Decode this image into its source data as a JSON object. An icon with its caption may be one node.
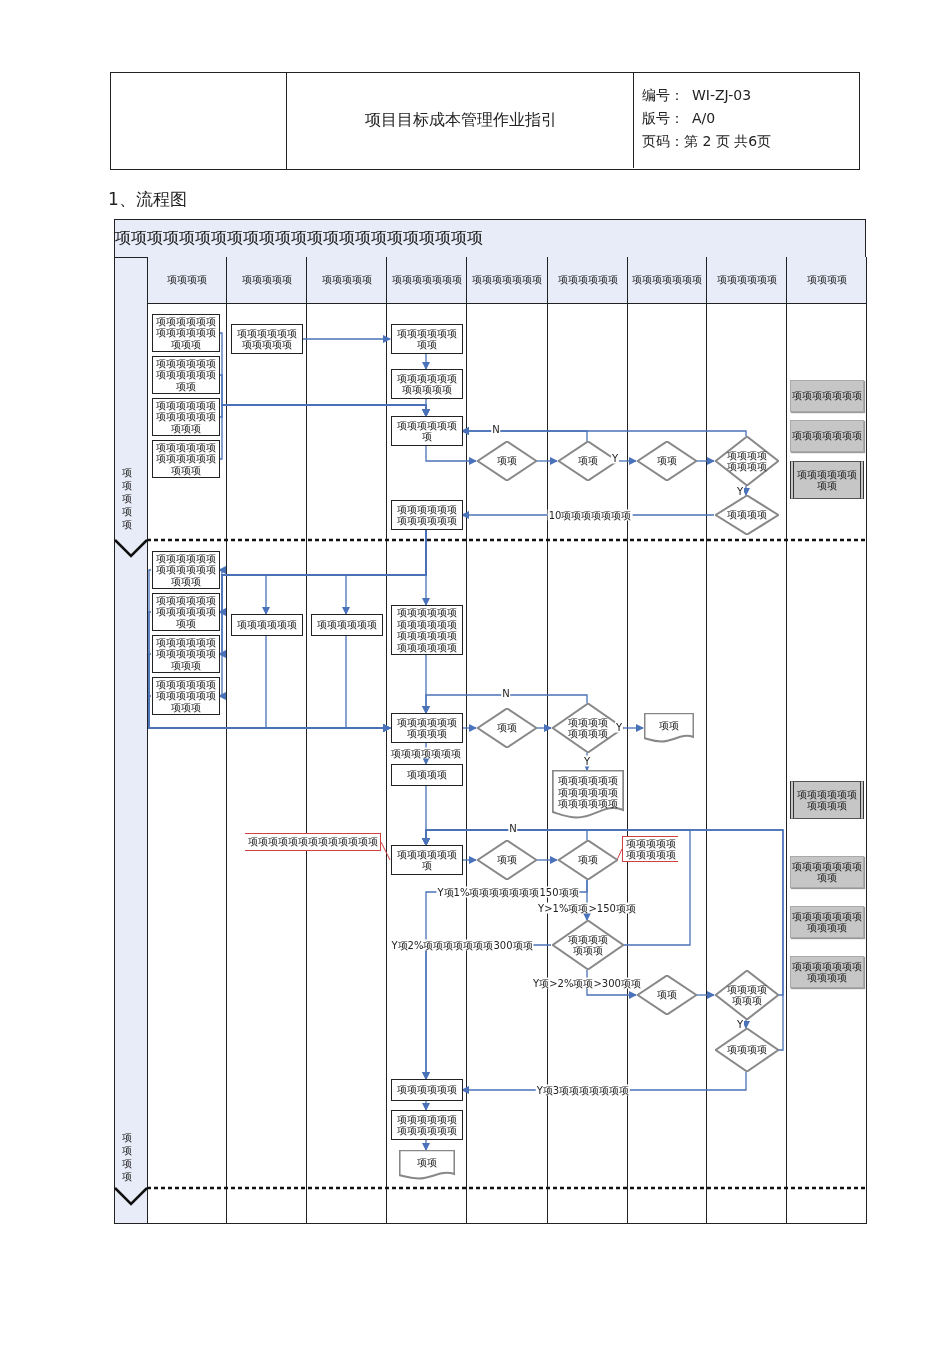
{
  "diagram": {
    "nodes": [
      {
        "text": [
          "项项项项"
        ]
      },
      {
        "text": [
          "项项项项项"
        ]
      },
      {
        "text": [
          "项项项项项"
        ]
      },
      {
        "text": [
          "项项项项项项项"
        ]
      },
      {
        "text": [
          "项项项项项项项"
        ]
      },
      {
        "text": [
          "项项项项项项"
        ]
      },
      {
        "text": [
          "项项项项项项项"
        ]
      },
      {
        "text": [
          "项项项项项项"
        ]
      },
      {
        "text": [
          "项项项项"
        ]
      },
      {
        "text": [
          "项项项项项项项项项项项"
        ],
        "in": 1
      },
      {
        "text": [
          "项项项项项项项项"
        ],
        "in": 3
      },
      {
        "text": [
          "项项项项项项项项项项项项项项项"
        ],
        "in": 0
      },
      {
        "text": [
          "项项项项项项项项项项项"
        ],
        "in": 3
      },
      {
        "text": [
          "项项项项项项项项项项项项项项"
        ],
        "in": 0
      },
      {
        "text": [
          "项项项项项项项"
        ],
        "in": 8
      },
      {
        "text": [
          "项项项项项项项项项项项项项项项"
        ],
        "in": 0
      },
      {
        "text": [
          "项项项项项项项"
        ],
        "in": 3
      },
      {
        "text": [
          "项项项项项项项"
        ],
        "in": 8
      },
      {
        "text": [
          "项项项项项项项项项项项项项项项"
        ],
        "in": 0
      },
      {
        "text": [
          "项项"
        ],
        "in": 4
      },
      {
        "text": [
          "项项"
        ],
        "in": 5
      },
      {
        "text": [
          "项项"
        ],
        "in": 6
      },
      {
        "text": [
          "项项项项项项项项"
        ],
        "in": 7
      },
      {
        "text": [
          "项项项项项项项项"
        ],
        "in": 8
      },
      {
        "text": [
          "项项项项"
        ],
        "in": 7
      },
      {
        "text": [
          "项项项项项项项项项项项项"
        ],
        "in": 3
      },
      {
        "text": [
          "项项项项项项项项项项项项项项项"
        ],
        "in": 0
      },
      {
        "text": [
          "项项项项项项项项项项项项项项"
        ],
        "in": 0
      },
      {
        "text": [
          "项项项项项项项项项项项项项项项项项项项项项项项项"
        ],
        "in": 3
      },
      {
        "text": [
          "项项项项项项项项项项项项项项项"
        ],
        "in": 0
      },
      {
        "text": [
          "项项项项项项"
        ],
        "in": 1
      },
      {
        "text": [
          "项项项项项项"
        ],
        "in": 2
      },
      {
        "text": [
          "项项项项项项项项项项项项项项项"
        ],
        "in": 0
      },
      {
        "text": [
          "项项项项项项项项"
        ],
        "in": 5
      },
      {
        "text": [
          "项项"
        ],
        "in": 4
      },
      {
        "text": [
          "项项"
        ],
        "in": 6
      },
      {
        "text": [
          "项项项项项项项项项项"
        ],
        "in": 3
      },
      {
        "text": [
          "项项项项项项项项项项项项项项项项项项"
        ],
        "in": 5
      },
      {
        "text": [
          "项项项项"
        ],
        "in": 3
      },
      {
        "text": [
          "项项项项项项项项项项"
        ],
        "in": 8
      },
      {
        "text": [
          "项项项项项项项项项项项项项"
        ]
      },
      {
        "text": [
          "项项项项项项项项项项"
        ]
      },
      {
        "text": [
          "项项项项项项项"
        ],
        "in": 3
      },
      {
        "text": [
          "项项"
        ],
        "in": 4
      },
      {
        "text": [
          "项项"
        ],
        "in": 5
      },
      {
        "text": [
          "项项项项项项项项项"
        ],
        "in": 8
      },
      {
        "text": [
          "项项项项项项项项项项项"
        ],
        "in": 8
      },
      {
        "text": [
          "项项项项项项项"
        ],
        "in": 5
      },
      {
        "text": [
          "项项项项项项项项项项项"
        ],
        "in": 8
      },
      {
        "text": [
          "项项"
        ],
        "in": 6
      },
      {
        "text": [
          "项项项项项项项"
        ],
        "in": 7
      },
      {
        "text": [
          "项项项项"
        ],
        "in": 7
      },
      {
        "text": [
          "项项项项项项"
        ],
        "in": 3
      },
      {
        "text": [
          "项项项项项项项项项项项项"
        ],
        "in": 3
      },
      {
        "text": [
          "项项"
        ],
        "in": 3
      }
    ],
    "edges": [
      {
        "from": 9,
        "to": 10,
        "arrow": "to"
      },
      {
        "from": 10,
        "to": 12,
        "arrow": "to"
      },
      {
        "from": 12,
        "to": 16,
        "arrow": "to"
      },
      {
        "from": 11,
        "to": 16,
        "arrow": "to"
      },
      {
        "from": 13,
        "to": 16,
        "arrow": "to"
      },
      {
        "from": 15,
        "to": 16,
        "arrow": "to"
      },
      {
        "from": 18,
        "to": 16,
        "arrow": "to"
      },
      {
        "from": 16,
        "to": 19,
        "arrow": "to"
      },
      {
        "from": 19,
        "to": 20,
        "arrow": "to"
      },
      {
        "from": 20,
        "to": 21,
        "arrow": "to",
        "label": "Y"
      },
      {
        "from": 21,
        "to": 22,
        "arrow": "to"
      },
      {
        "from": 22,
        "to": 16,
        "arrow": "to",
        "label": "N"
      },
      {
        "from": 20,
        "to": 16,
        "arrow": "to"
      },
      {
        "from": 22,
        "to": 24,
        "arrow": "to",
        "label": "Y"
      },
      {
        "from": 24,
        "to": 25,
        "arrow": "to",
        "label": "10项项项项项项项"
      },
      {
        "from": 25,
        "to": 26,
        "arrow": "to"
      },
      {
        "from": 25,
        "to": 27,
        "arrow": "to"
      },
      {
        "from": 25,
        "to": 29,
        "arrow": "to"
      },
      {
        "from": 25,
        "to": 32,
        "arrow": "to"
      },
      {
        "from": 25,
        "to": 30,
        "arrow": "to"
      },
      {
        "from": 25,
        "to": 31,
        "arrow": "to"
      },
      {
        "from": 25,
        "to": 28,
        "arrow": "to"
      },
      {
        "from": 26,
        "to": 36,
        "arrow": "to"
      },
      {
        "from": 27,
        "to": 36,
        "arrow": "to"
      },
      {
        "from": 29,
        "to": 36,
        "arrow": "to"
      },
      {
        "from": 32,
        "to": 36,
        "arrow": "to"
      },
      {
        "from": 30,
        "to": 36,
        "arrow": "to"
      },
      {
        "from": 31,
        "to": 36,
        "arrow": "to"
      },
      {
        "from": 28,
        "to": 36,
        "arrow": "to"
      },
      {
        "from": 36,
        "to": 34,
        "arrow": "to"
      },
      {
        "from": 34,
        "to": 33,
        "arrow": "to"
      },
      {
        "from": 33,
        "to": 35,
        "arrow": "to",
        "label": "Y"
      },
      {
        "from": 33,
        "to": 37,
        "arrow": "to",
        "label": "Y"
      },
      {
        "from": 33,
        "to": 36,
        "arrow": "to",
        "label": "N"
      },
      {
        "from": 36,
        "to": 38,
        "arrow": "to",
        "label": "项项项项项项项"
      },
      {
        "from": 38,
        "to": 42,
        "arrow": "to"
      },
      {
        "from": 40,
        "to": 42,
        "arrow": "none",
        "color": "#d04040"
      },
      {
        "from": 41,
        "to": 44,
        "arrow": "none",
        "color": "#d04040"
      },
      {
        "from": 42,
        "to": 43,
        "arrow": "to"
      },
      {
        "from": 43,
        "to": 44,
        "arrow": "to"
      },
      {
        "from": 44,
        "to": 47,
        "arrow": "to",
        "label": "Y>1%项项>150项项"
      },
      {
        "from": 44,
        "to": 52,
        "arrow": "to",
        "label": "Y项1%项项项项项项项150项项"
      },
      {
        "from": 44,
        "to": 42,
        "arrow": "to",
        "label": "N"
      },
      {
        "from": 47,
        "to": 52,
        "arrow": "to",
        "label": "Y项2%项项项项项项项300项项"
      },
      {
        "from": 47,
        "to": 42,
        "arrow": "to"
      },
      {
        "from": 47,
        "to": 49,
        "arrow": "to",
        "label": "Y项>2%项项>300项项"
      },
      {
        "from": 49,
        "to": 50,
        "arrow": "to"
      },
      {
        "from": 50,
        "to": 51,
        "arrow": "to",
        "label": "Y"
      },
      {
        "from": 50,
        "to": 42,
        "arrow": "to"
      },
      {
        "from": 51,
        "to": 42,
        "arrow": "to"
      },
      {
        "from": 51,
        "to": 52,
        "arrow": "to",
        "label": "Y项3项项项项项项项"
      },
      {
        "from": 52,
        "to": 53,
        "arrow": "to"
      },
      {
        "from": 53,
        "to": 54,
        "arrow": "to"
      }
    ],
    "labels": [
      "项目目标成本管理作业指引",
      "编号：",
      "WI-ZJ-03",
      "版号：",
      "A/0",
      "页码：第 2 页 共6页",
      "1、流程图",
      "项项项项项项项项项项项项项项项项项项项项项项项",
      "项项项项项",
      "项项项项"
    ]
  }
}
